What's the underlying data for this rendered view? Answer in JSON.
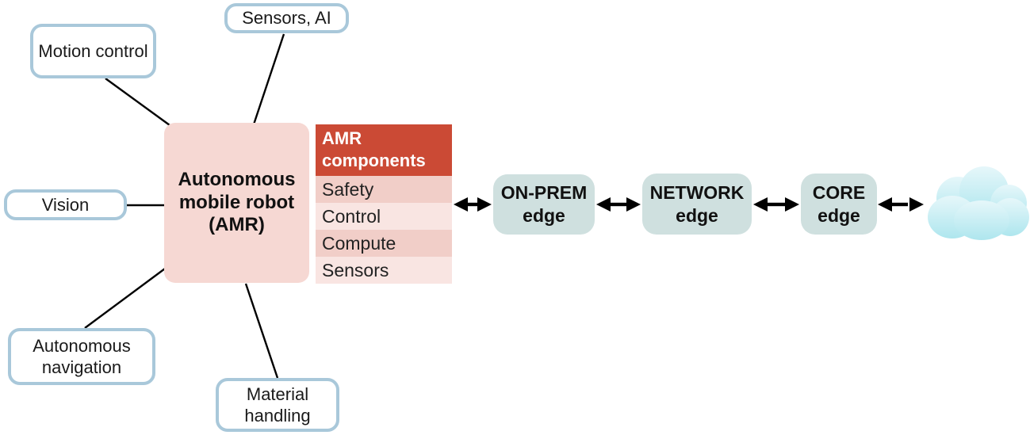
{
  "center_node": {
    "label": "Autonomous mobile robot (AMR)"
  },
  "satellites": [
    "Motion control",
    "Sensors, AI",
    "Vision",
    "Autonomous navigation",
    "Material handling"
  ],
  "components_table": {
    "header": "AMR components",
    "rows": [
      "Safety",
      "Control",
      "Compute",
      "Sensors"
    ]
  },
  "edge_chain": [
    {
      "name": "ON-PREM",
      "type": "edge"
    },
    {
      "name": "NETWORK",
      "type": "edge"
    },
    {
      "name": "CORE",
      "type": "edge"
    }
  ],
  "icons": {
    "cloud": "cloud-icon",
    "connector": "double-arrow-icon"
  },
  "colors": {
    "center_node_fill": "#f6d8d3",
    "table_header_bg": "#cb4a35",
    "table_row_dark": "#f1cec8",
    "table_row_light": "#f9e5e2",
    "satellite_border": "#a9c8da",
    "edge_node_fill": "#cfe0df",
    "cloud_top": "#e6f7fa",
    "cloud_bottom": "#aee6ee",
    "connector_line": "#000000"
  }
}
